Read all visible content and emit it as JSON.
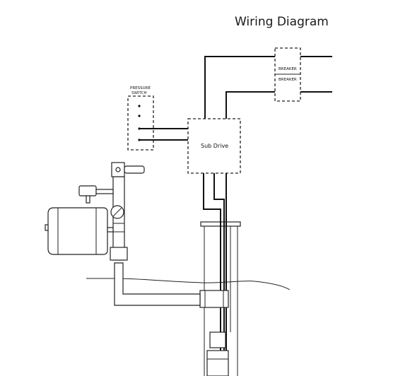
{
  "title": "Wiring Diagram",
  "labels": {
    "pressure_switch_line1": "PRESSURE",
    "pressure_switch_line2": "SWITCH",
    "breaker_top": "BREAKER",
    "breaker_bottom": "BREAKER",
    "sub_drive": "Sub Drive"
  }
}
